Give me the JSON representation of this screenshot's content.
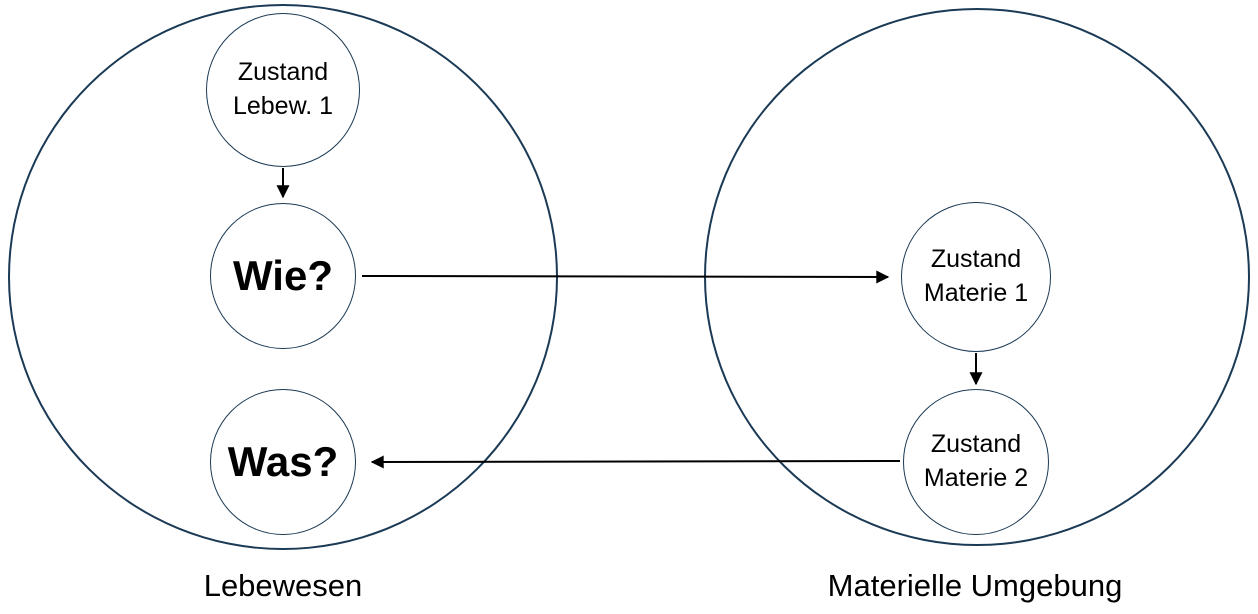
{
  "diagram": {
    "groups": {
      "lebewesen": {
        "label": "Lebewesen"
      },
      "materielle_umgebung": {
        "label": "Materielle Umgebung"
      }
    },
    "nodes": {
      "zustand_lebew_1": {
        "line1": "Zustand",
        "line2": "Lebew. 1"
      },
      "wie": {
        "label": "Wie?"
      },
      "was": {
        "label": "Was?"
      },
      "zustand_materie_1": {
        "line1": "Zustand",
        "line2": "Materie 1"
      },
      "zustand_materie_2": {
        "line1": "Zustand",
        "line2": "Materie 2"
      }
    },
    "colors": {
      "circle_stroke": "#1b3a55",
      "arrow": "#000000",
      "text": "#000000",
      "background": "#ffffff"
    }
  }
}
